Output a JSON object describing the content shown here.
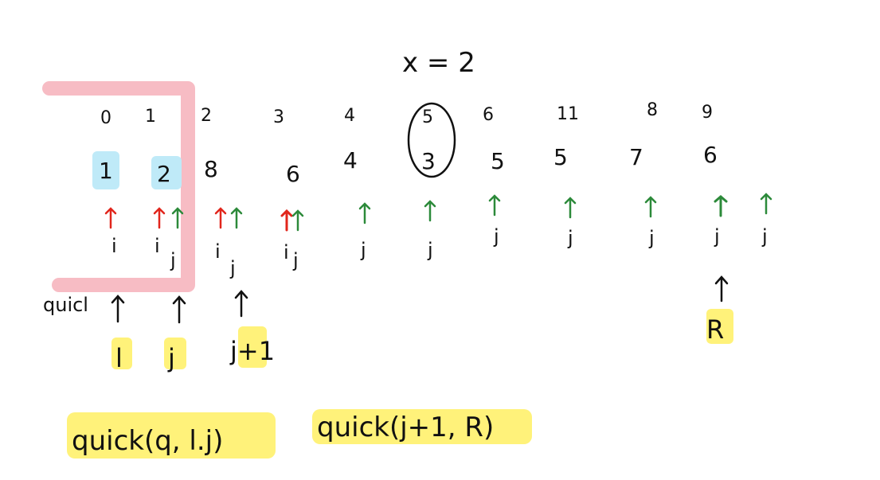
{
  "title": "x = 2",
  "indices": [
    "0",
    "1",
    "2",
    "3",
    "4",
    "5",
    "6",
    "11",
    "8",
    "9"
  ],
  "values": [
    "1",
    "2",
    "8",
    "6",
    "4",
    "3",
    "5",
    "5",
    "7",
    "6"
  ],
  "pointers": {
    "i_label": "i",
    "j_label": "j"
  },
  "bottom_markers": {
    "l": "l",
    "j": "j",
    "j_plus_1": "j+1",
    "r": "R"
  },
  "side_label": "quicl",
  "calls": {
    "left": "quick(q, l.j)",
    "right": "quick(j+1, R)"
  },
  "colors": {
    "title": "#e1261c",
    "ink": "#111111",
    "red": "#e1261c",
    "green": "#2c8a3a",
    "pink_box": "#f7b8c1",
    "blue_hl": "#bfeaf8",
    "yellow_hl": "#fff27a",
    "magenta": "#e12bb1"
  }
}
